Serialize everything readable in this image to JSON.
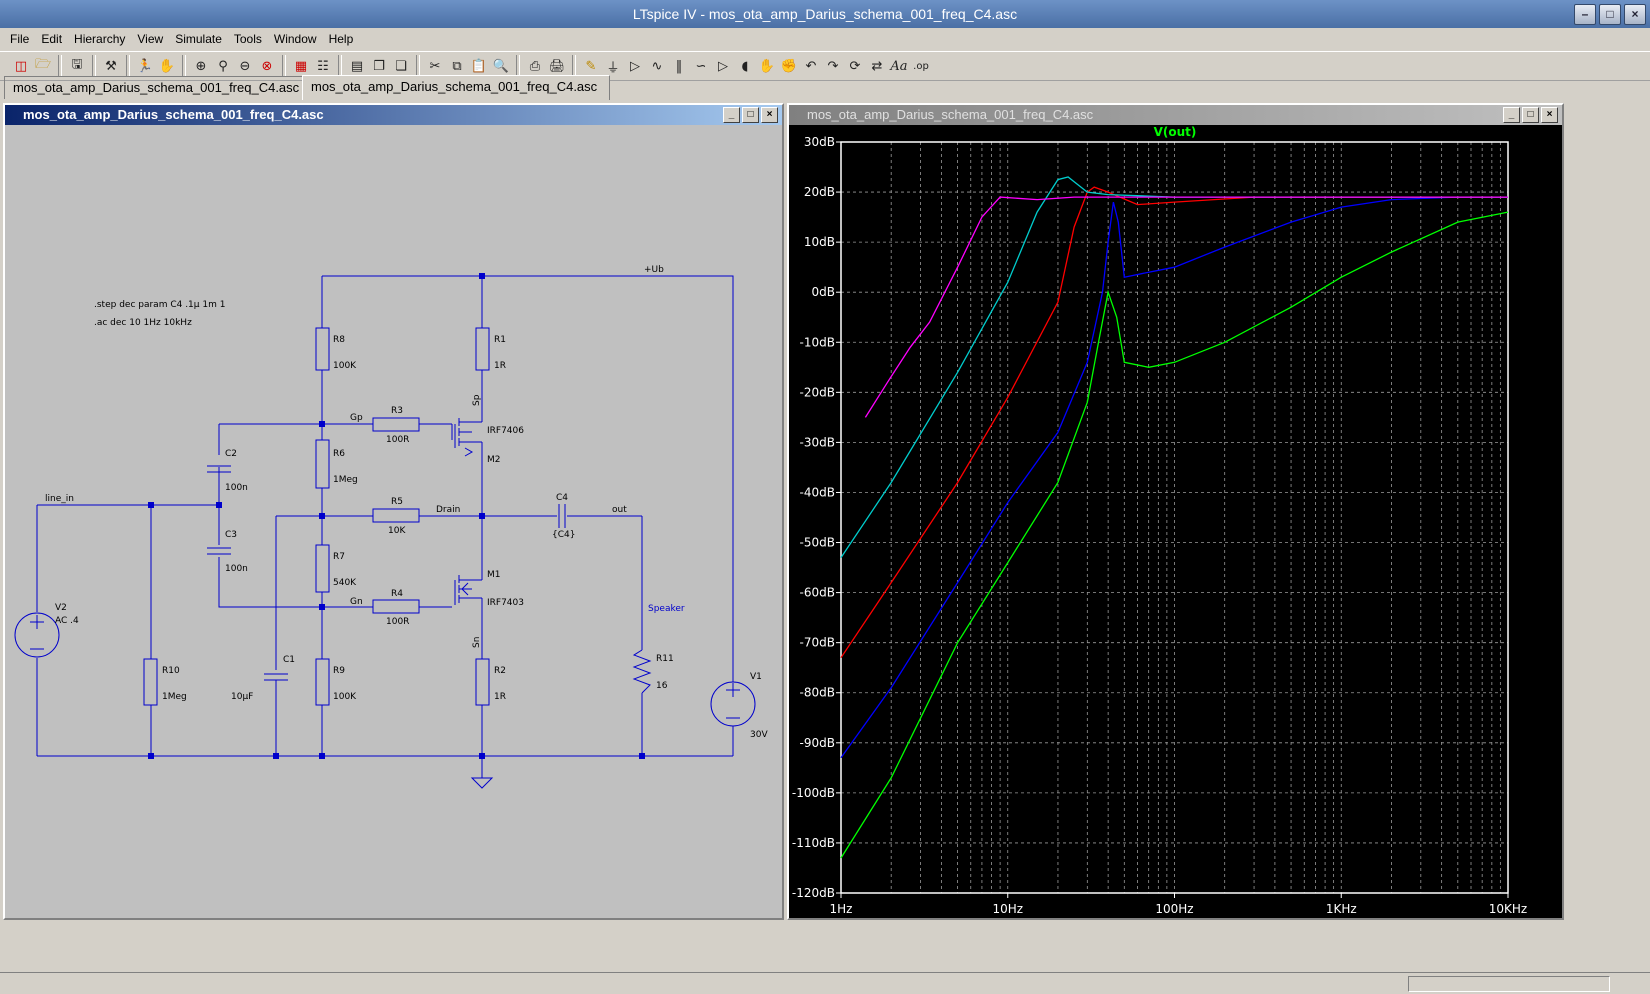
{
  "window": {
    "title": "LTspice IV - mos_ota_amp_Darius_schema_001_freq_C4.asc"
  },
  "menu": [
    "File",
    "Edit",
    "Hierarchy",
    "View",
    "Simulate",
    "Tools",
    "Window",
    "Help"
  ],
  "tabs": [
    "mos_ota_amp_Darius_schema_001_freq_C4.asc",
    "mos_ota_amp_Darius_schema_001_freq_C4.asc"
  ],
  "schematic": {
    "title": "mos_ota_amp_Darius_schema_001_freq_C4.asc",
    "directives": [
      ".step dec param C4 .1µ 1m 1",
      ".ac dec 10 1Hz 10kHz"
    ],
    "nets": {
      "ub": "+Ub",
      "line_in": "line_in",
      "gp": "Gp",
      "gn": "Gn",
      "drain": "Drain",
      "out": "out",
      "sp": "Sp",
      "sn": "Sn",
      "speaker": "Speaker"
    },
    "components": {
      "R8": [
        "R8",
        "100K"
      ],
      "R1": [
        "R1",
        "1R"
      ],
      "R3": [
        "R3",
        "100R"
      ],
      "R6": [
        "R6",
        "1Meg"
      ],
      "R5": [
        "R5",
        "10K"
      ],
      "R7": [
        "R7",
        "540K"
      ],
      "R4": [
        "R4",
        "100R"
      ],
      "R9": [
        "R9",
        "100K"
      ],
      "R2": [
        "R2",
        "1R"
      ],
      "R10": [
        "R10",
        "1Meg"
      ],
      "R11": [
        "R11",
        "16"
      ],
      "C1": [
        "C1",
        "10µF"
      ],
      "C2": [
        "C2",
        "100n"
      ],
      "C3": [
        "C3",
        "100n"
      ],
      "C4": [
        "C4",
        "{C4}"
      ],
      "M1": [
        "M1",
        "IRF7403"
      ],
      "M2": [
        "M2",
        "IRF7406"
      ],
      "V1": [
        "V1",
        "30V"
      ],
      "V2": [
        "V2",
        "AC .4"
      ]
    }
  },
  "plot": {
    "title": "mos_ota_amp_Darius_schema_001_freq_C4.asc"
  },
  "chart_data": {
    "type": "line",
    "title": "V(out)",
    "xscale": "log",
    "xlim": [
      1,
      10000
    ],
    "ylim": [
      -120,
      30
    ],
    "x_ticks": [
      "1Hz",
      "10Hz",
      "100Hz",
      "1KHz",
      "10KHz"
    ],
    "y_ticks": [
      "30dB",
      "20dB",
      "10dB",
      "0dB",
      "-10dB",
      "-20dB",
      "-30dB",
      "-40dB",
      "-50dB",
      "-60dB",
      "-70dB",
      "-80dB",
      "-90dB",
      "-100dB",
      "-110dB",
      "-120dB"
    ],
    "grid": true,
    "series": [
      {
        "color": "#00ff00",
        "points": [
          [
            1,
            -113
          ],
          [
            2,
            -97
          ],
          [
            5,
            -70
          ],
          [
            10,
            -54
          ],
          [
            20,
            -38
          ],
          [
            30,
            -22
          ],
          [
            35,
            -10
          ],
          [
            40,
            0
          ],
          [
            45,
            -5
          ],
          [
            50,
            -14
          ],
          [
            70,
            -15
          ],
          [
            100,
            -14
          ],
          [
            200,
            -10
          ],
          [
            500,
            -3
          ],
          [
            1000,
            3
          ],
          [
            2000,
            8
          ],
          [
            5000,
            14
          ],
          [
            10000,
            16
          ]
        ]
      },
      {
        "color": "#0000ff",
        "points": [
          [
            1,
            -93
          ],
          [
            2,
            -79
          ],
          [
            5,
            -58
          ],
          [
            10,
            -42
          ],
          [
            20,
            -28
          ],
          [
            30,
            -14
          ],
          [
            37,
            0
          ],
          [
            40,
            10
          ],
          [
            43,
            18
          ],
          [
            46,
            14
          ],
          [
            50,
            3
          ],
          [
            70,
            4
          ],
          [
            100,
            5
          ],
          [
            200,
            9
          ],
          [
            500,
            14
          ],
          [
            1000,
            17
          ],
          [
            2000,
            18.5
          ],
          [
            5000,
            19
          ],
          [
            10000,
            19
          ]
        ]
      },
      {
        "color": "#ff0000",
        "points": [
          [
            1,
            -73
          ],
          [
            2,
            -58
          ],
          [
            5,
            -38
          ],
          [
            10,
            -21
          ],
          [
            20,
            -2
          ],
          [
            25,
            13
          ],
          [
            30,
            20
          ],
          [
            33,
            21
          ],
          [
            40,
            20
          ],
          [
            60,
            17.5
          ],
          [
            100,
            18
          ],
          [
            300,
            19
          ],
          [
            1000,
            19
          ],
          [
            10000,
            19
          ]
        ]
      },
      {
        "color": "#00cccc",
        "points": [
          [
            1,
            -53
          ],
          [
            2,
            -38
          ],
          [
            5,
            -16
          ],
          [
            10,
            2
          ],
          [
            15,
            16
          ],
          [
            20,
            22.5
          ],
          [
            23,
            23
          ],
          [
            30,
            20
          ],
          [
            40,
            19.5
          ],
          [
            100,
            19
          ],
          [
            10000,
            19
          ]
        ]
      },
      {
        "color": "#ff00ff",
        "points": [
          [
            1.4,
            -25
          ],
          [
            1.9,
            -18
          ],
          [
            2.6,
            -11
          ],
          [
            3.4,
            -6
          ],
          [
            5,
            5
          ],
          [
            7,
            15
          ],
          [
            9,
            19
          ],
          [
            15,
            18.5
          ],
          [
            25,
            19
          ],
          [
            100,
            19
          ],
          [
            10000,
            19
          ]
        ]
      }
    ]
  }
}
